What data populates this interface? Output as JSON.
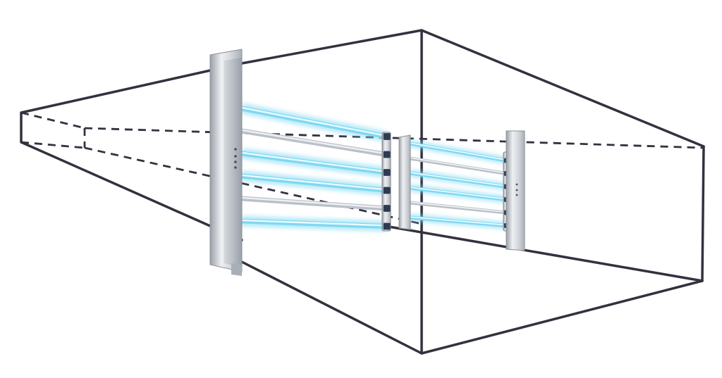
{
  "colors": {
    "background": "#ffffff",
    "duct_outline": "#34313f",
    "bracket_metal": "#cfd3d8",
    "bracket_highlight": "#eef0f2",
    "bracket_shadow": "#9aa0a8",
    "uv_glow": "#7fd8f2",
    "uv_core": "#e9fbff",
    "tube_metal": "#b9c0c8"
  },
  "fixtures": [
    {
      "name": "large-uv-fixture",
      "tubes": 6,
      "lit_tubes": [
        0,
        2,
        3,
        5
      ]
    },
    {
      "name": "small-uv-fixture",
      "tubes": 6,
      "lit_tubes": [
        0,
        2,
        3,
        5
      ]
    }
  ]
}
